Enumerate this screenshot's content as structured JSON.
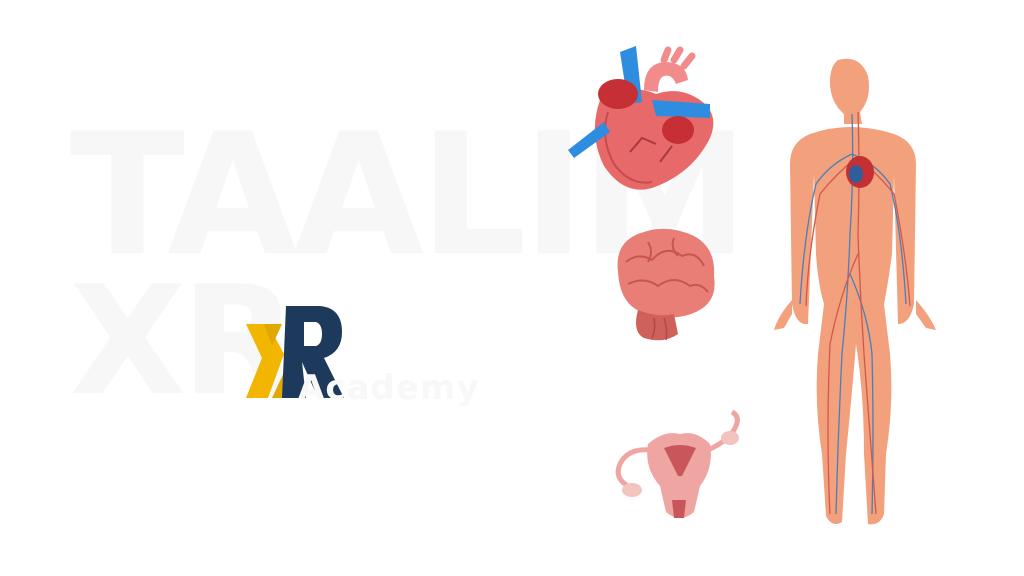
{
  "brand": {
    "wordmark_line1": "TAALIM",
    "wordmark_line2": "XR",
    "logo_letters": [
      "X",
      "R"
    ],
    "tagline": "Academy",
    "colors": {
      "logo_yellow": "#F2B600",
      "logo_navy": "#1D3A5C",
      "wordmark": "#F7F7F7"
    }
  },
  "illustrations": [
    {
      "name": "heart-illustration",
      "colors": {
        "muscle": "#E8696A",
        "artery": "#F28B8B",
        "vein": "#2F8DE0",
        "chamber": "#C62F33"
      }
    },
    {
      "name": "brain-illustration",
      "colors": {
        "tissue": "#E97E76",
        "shadow": "#C7564F"
      }
    },
    {
      "name": "uterus-illustration",
      "colors": {
        "tissue": "#EFA6A3",
        "inner": "#C9565A"
      }
    },
    {
      "name": "human-body-illustration",
      "colors": {
        "skin": "#F3A07C",
        "veins": "#4A7FB8",
        "arteries": "#D2574E"
      }
    }
  ]
}
